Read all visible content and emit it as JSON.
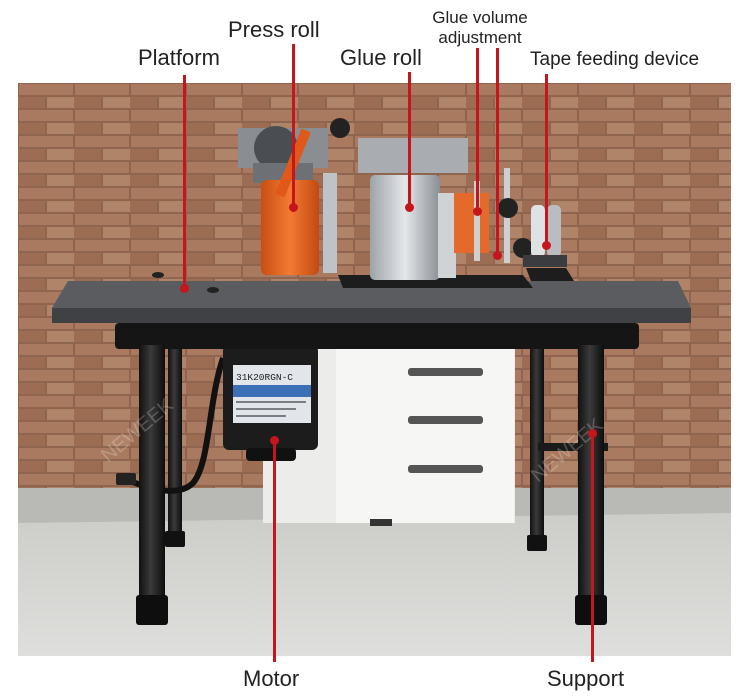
{
  "labels": {
    "platform": "Platform",
    "press_roll": "Press roll",
    "glue_roll": "Glue roll",
    "glue_volume_line1": "Glue volume",
    "glue_volume_line2": "adjustment",
    "tape_feeding": "Tape feeding device",
    "motor": "Motor",
    "support": "Support"
  },
  "motor_plate": {
    "model": "31K20RGN-C"
  },
  "watermark": "NEWEEK",
  "colors": {
    "leader": "#c4161c",
    "table_top": "#55575a",
    "press_roll": "#e8621c",
    "brick": "#9a6a4c",
    "floor": "#cfd0cd"
  }
}
